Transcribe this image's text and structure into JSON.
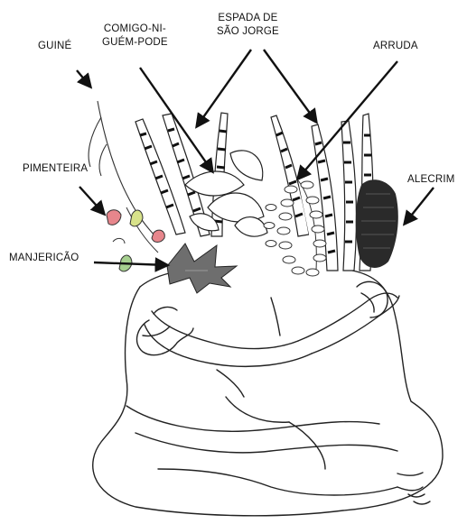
{
  "labels": {
    "guine": "GUINÉ",
    "comigo": [
      "COMIGO-NI-",
      "GUÉM-PODE"
    ],
    "espada": [
      "ESPADA DE",
      "SÃO JORGE"
    ],
    "arruda": "ARRUDA",
    "pimenteira": "PIMENTEIRA",
    "alecrim": "ALECRIM",
    "manjericao": "MANJERICÃO"
  },
  "colors": {
    "ink": "#111111",
    "pepper_red": "#e7868c",
    "pepper_yellow": "#d8e28a",
    "pepper_green": "#a6d08f",
    "basil": "#6e6e6e",
    "rosemary": "#2a2a2a"
  }
}
